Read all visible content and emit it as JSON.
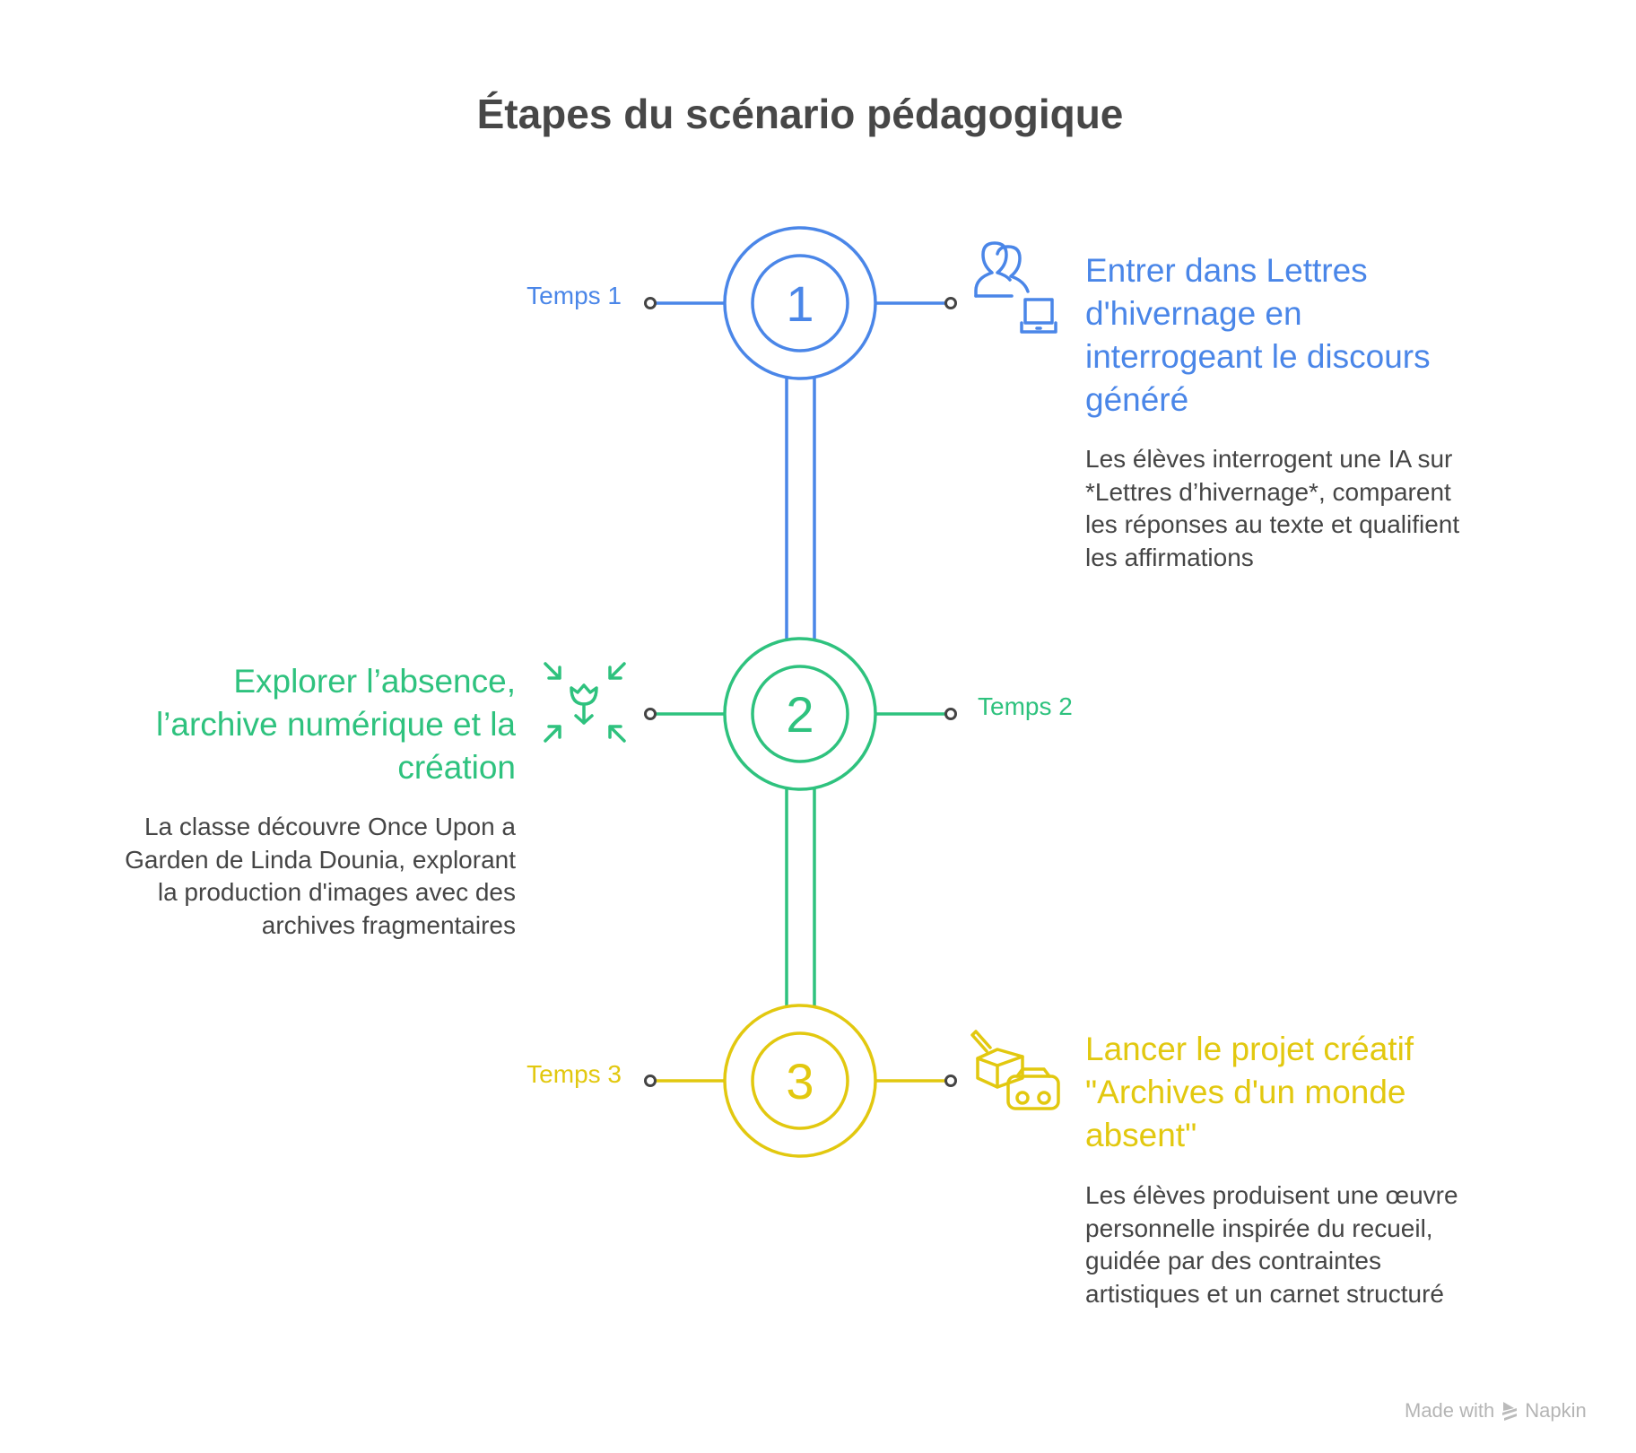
{
  "title": "Étapes du scénario pédagogique",
  "colors": {
    "step1": "#4A86E8",
    "step2": "#2EC27E",
    "step3": "#E2C80F",
    "text": "#444444",
    "dot": "#444444"
  },
  "steps": [
    {
      "number": "1",
      "label": "Temps 1",
      "icon": "users-laptop-icon",
      "heading_lines": [
        "Entrer dans Lettres",
        "d'hivernage en",
        "interrogeant le discours",
        "généré"
      ],
      "description_lines": [
        "Les élèves interrogent une IA sur",
        "*Lettres d’hivernage*, comparent",
        "les réponses au texte et qualifient",
        "les affirmations"
      ]
    },
    {
      "number": "2",
      "label": "Temps 2",
      "icon": "flower-arrows-icon",
      "heading_lines": [
        "Explorer l’absence,",
        "l’archive numérique et la",
        "création "
      ],
      "description_lines": [
        "La classe découvre Once Upon a",
        "Garden de Linda Dounia, explorant",
        "la production d'images avec des",
        "archives fragmentaires"
      ]
    },
    {
      "number": "3",
      "label": "Temps 3",
      "icon": "box-vr-headset-icon",
      "heading_lines": [
        "Lancer le projet créatif",
        "\"Archives d'un monde",
        "absent\""
      ],
      "description_lines": [
        "Les élèves produisent une œuvre",
        "personnelle inspirée du recueil,",
        "guidée par des contraintes",
        "artistiques et un carnet structuré"
      ]
    }
  ],
  "footer": {
    "made_with": "Made with",
    "brand": "Napkin"
  }
}
